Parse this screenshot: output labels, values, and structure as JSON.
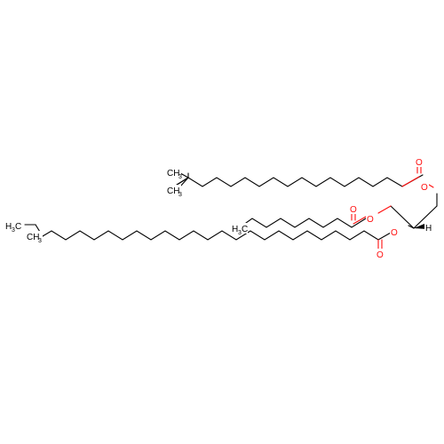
{
  "colors": {
    "bond": "#000000",
    "oxygen": "#ff0d0d",
    "background": "#ffffff"
  },
  "atoms": {
    "oxygen": "O",
    "hydrogen": "H",
    "methyl": "CH",
    "methyl_sub": "3",
    "ethyl": "H",
    "ethyl_c": "C",
    "ethyl_sub": "3"
  },
  "structure": {
    "chain1_carbonyl_oxygen": "O",
    "chain1_ester_oxygen": "O",
    "chain1_terminal": "CH3",
    "chain2_carbonyl_oxygen": "O",
    "chain2_ester_oxygen": "O",
    "chain2_terminal": "H3C",
    "chain3_carbonyl_oxygen": "O",
    "chain3_ester_oxygen": "O",
    "chain3_terminal_a": "H3C",
    "chain3_terminal_b": "CH3",
    "stereo_h": "H"
  }
}
